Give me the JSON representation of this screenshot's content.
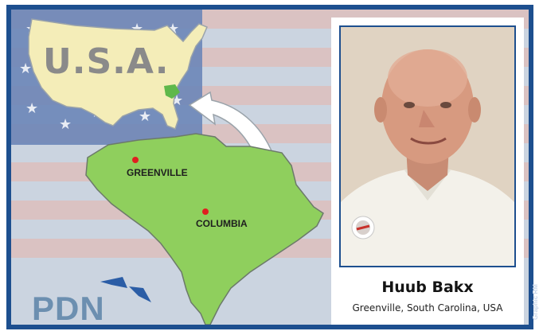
{
  "usa_label": "U.S.A.",
  "cities": [
    {
      "name": "GREENVILLE"
    },
    {
      "name": "COLUMBIA"
    }
  ],
  "logo": "PDN",
  "person": {
    "name": "Huub Bakx",
    "location": "Greenville, South Carolina, USA"
  },
  "credit": "Graphic RM",
  "colors": {
    "frame": "#1d4f8f",
    "state_fill": "#8fcf5d",
    "usa_fill": "#f4edb8",
    "text_usa": "#8a8a8a",
    "logo": "#6c8fb0",
    "city_marker": "#e02020"
  }
}
